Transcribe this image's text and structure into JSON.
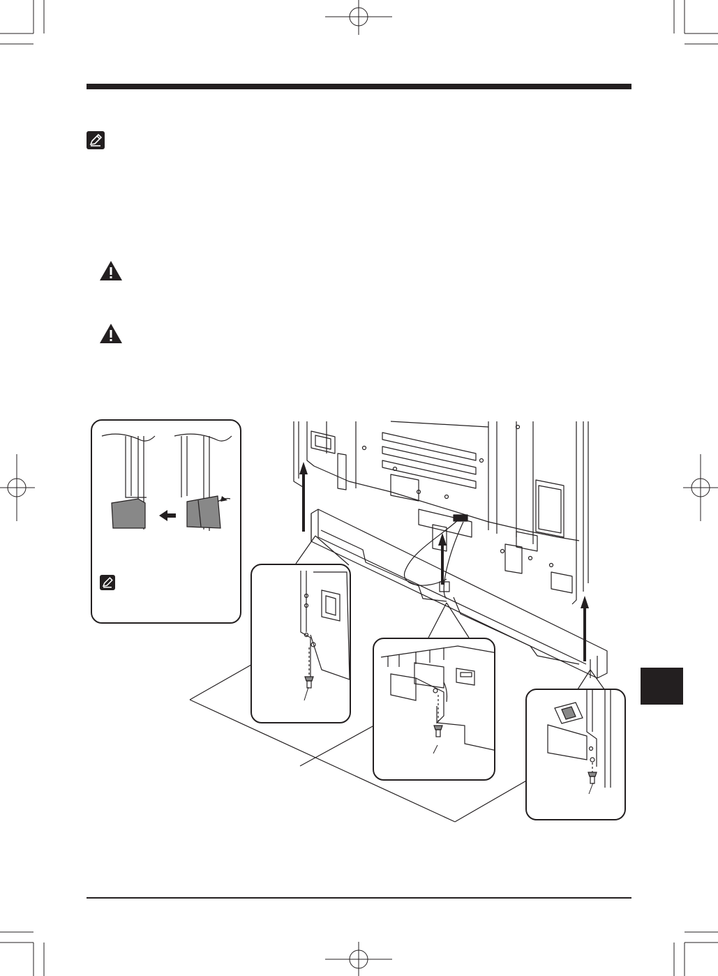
{
  "page": {
    "background": "#ffffff",
    "ink": "#231f20"
  },
  "icons": {
    "note": "pencil-note-icon",
    "caution_1": "warning-triangle-icon",
    "caution_2": "warning-triangle-icon",
    "side_tab": "chapter-tab",
    "callout_note": "pencil-note-icon"
  },
  "figure": {
    "subject": "speaker-bar-attachment-illustration",
    "callouts": [
      "detail-left-bracket",
      "detail-center-cable",
      "detail-right-bracket",
      "detail-tab-removal"
    ]
  }
}
